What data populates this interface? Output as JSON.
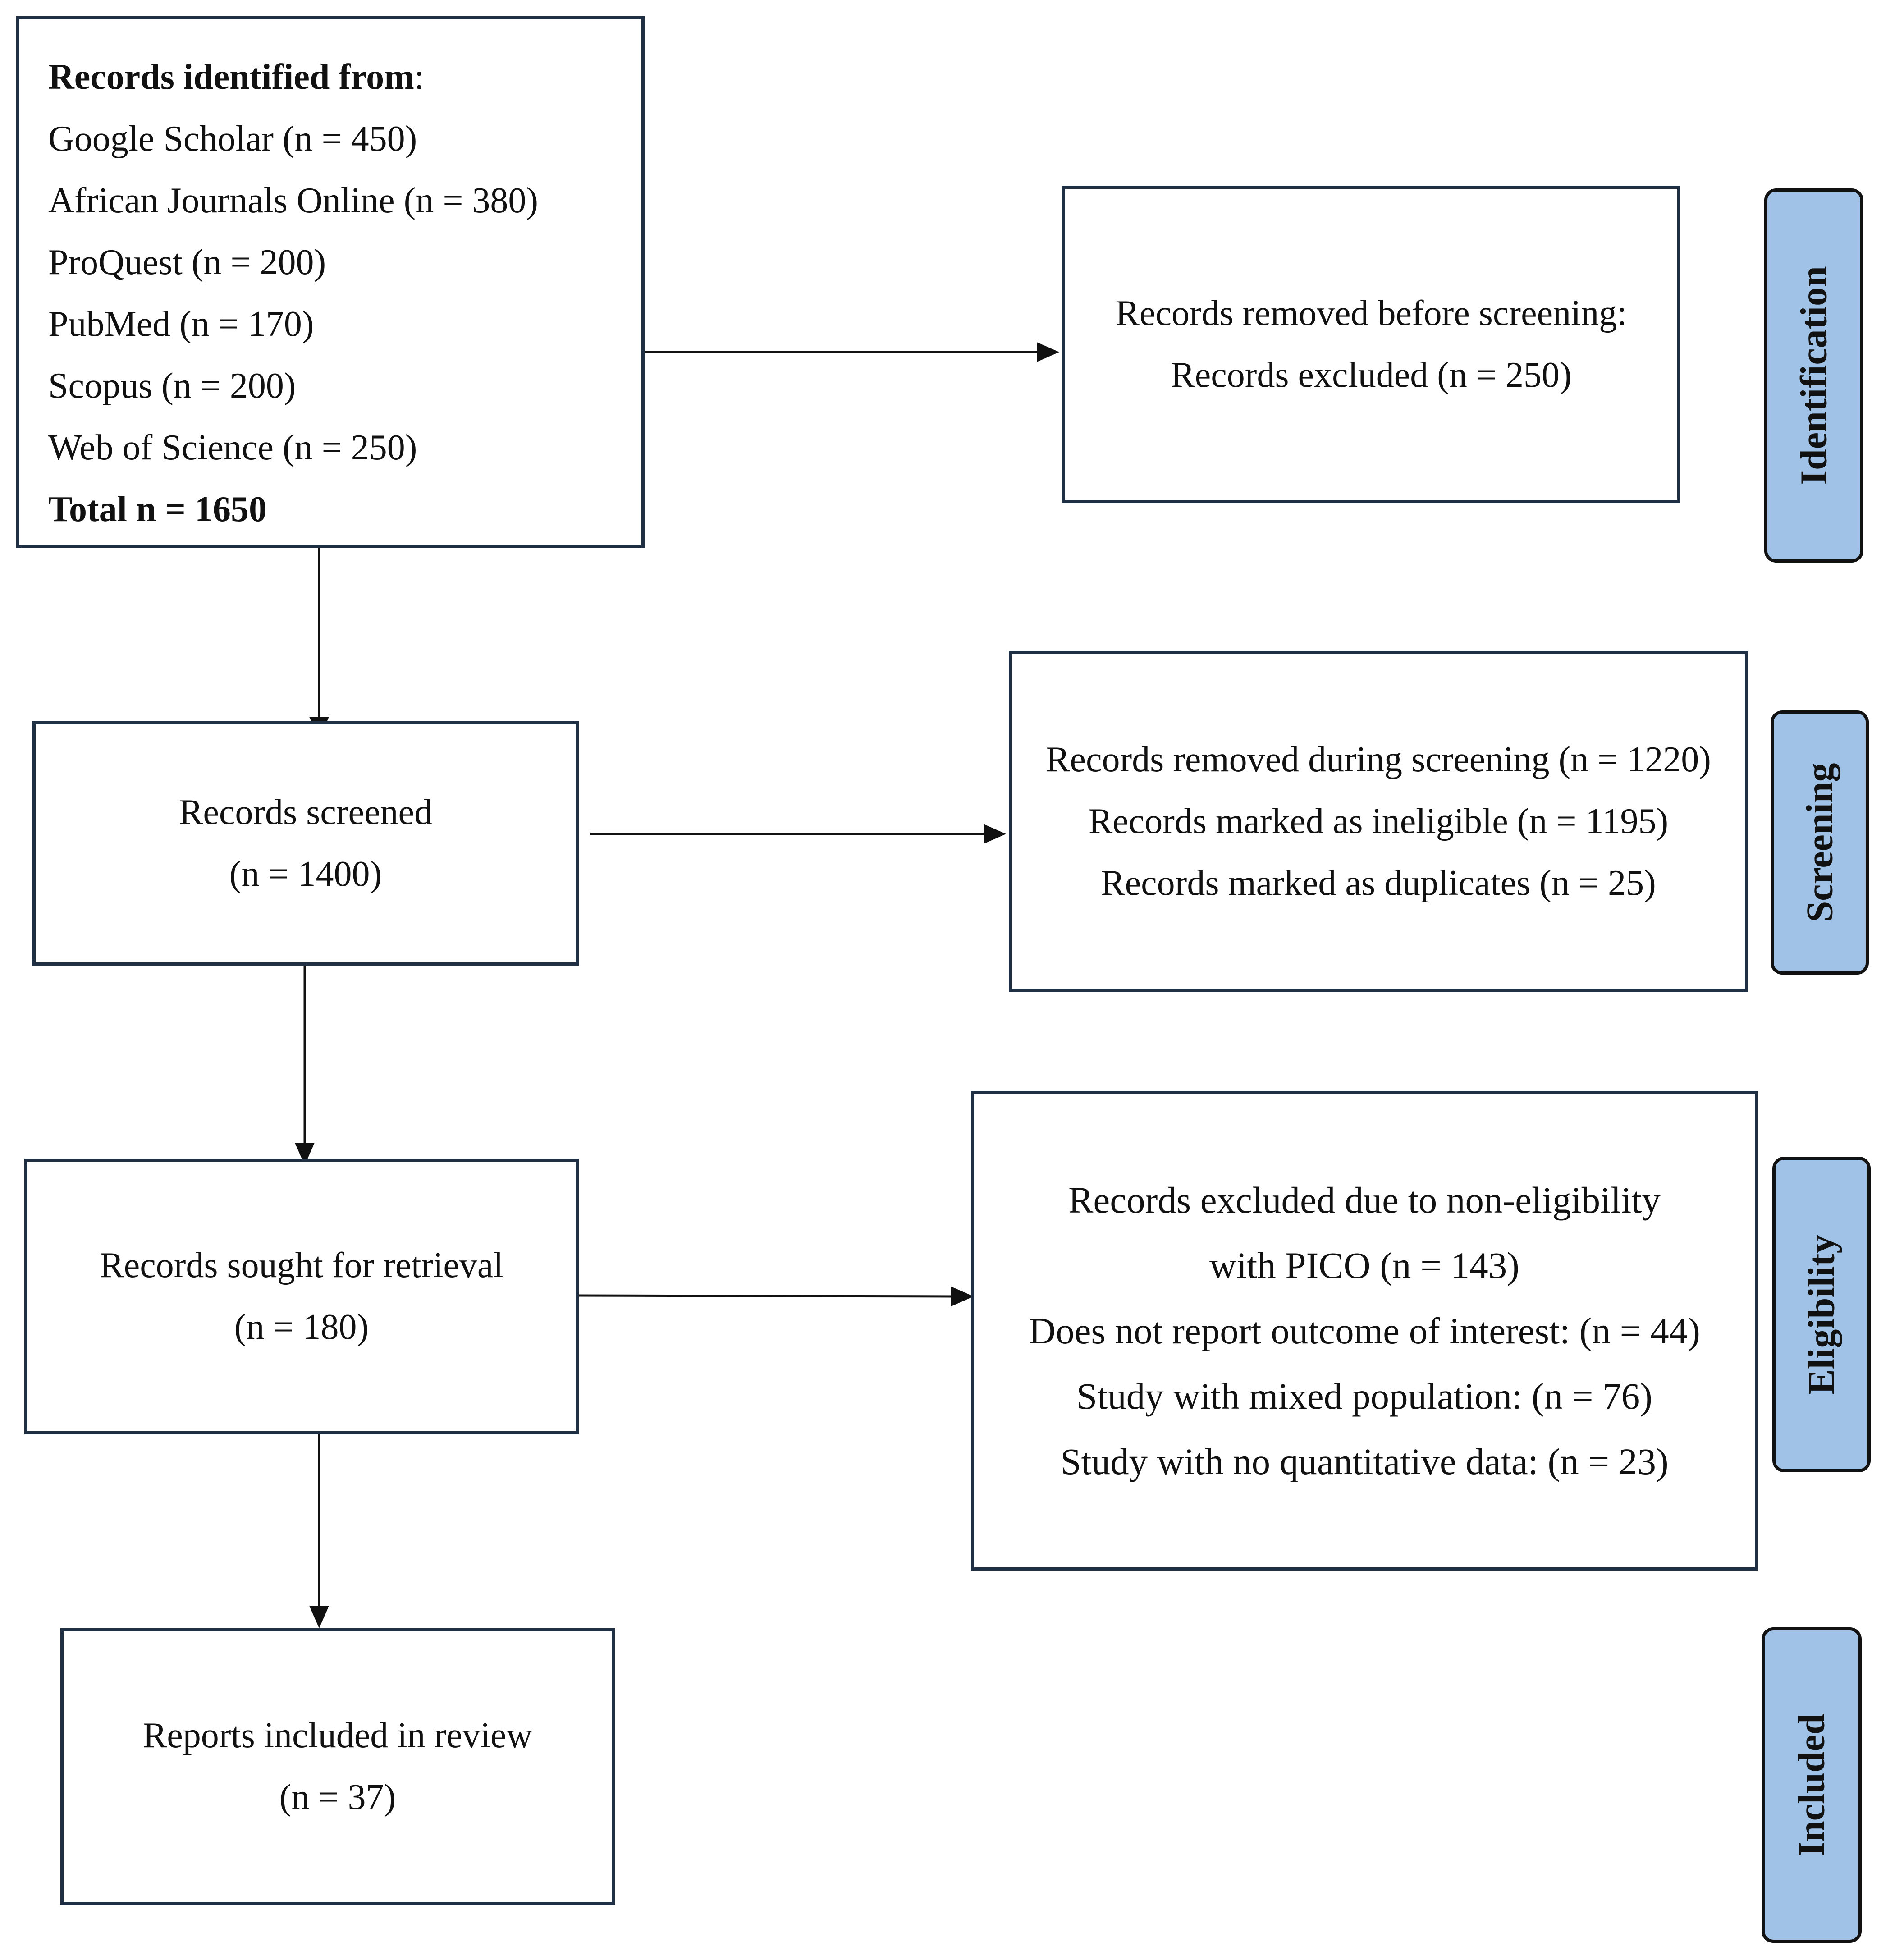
{
  "identification_box": {
    "heading": "Records identified from",
    "heading_suffix": ":",
    "sources": [
      "Google Scholar (n = 450)",
      "African Journals Online (n = 380)",
      "ProQuest (n = 200)",
      "PubMed (n = 170)",
      "Scopus (n = 200)",
      "Web of Science (n = 250)"
    ],
    "total": "Total n = 1650"
  },
  "removed_before_screening": {
    "line1": "Records removed before screening:",
    "line2": "Records excluded (n = 250)"
  },
  "screened_box": {
    "line1": "Records screened",
    "line2": "(n = 1400)"
  },
  "removed_during_screening": {
    "line1": "Records removed during screening (n = 1220)",
    "line2": "Records marked as ineligible (n = 1195)",
    "line3": "Records marked as duplicates (n = 25)"
  },
  "retrieval_box": {
    "line1": "Records sought for retrieval",
    "line2": "(n = 180)"
  },
  "excluded_eligibility": {
    "line1": "Records excluded due to non-eligibility",
    "line2": "with PICO (n = 143)",
    "line3": "Does not report outcome of interest: (n = 44)",
    "line4": "Study with mixed population: (n = 76)",
    "line5": "Study with no quantitative data: (n = 23)"
  },
  "included_box": {
    "line1": "Reports included in review",
    "line2": "(n = 37)"
  },
  "stages": {
    "identification": "Identification",
    "screening": "Screening",
    "eligibility": "Eligibility",
    "included": "Included"
  },
  "colors": {
    "box_border": "#1f2f44",
    "stage_fill": "#9fc2e6",
    "arrow": "#111111"
  }
}
